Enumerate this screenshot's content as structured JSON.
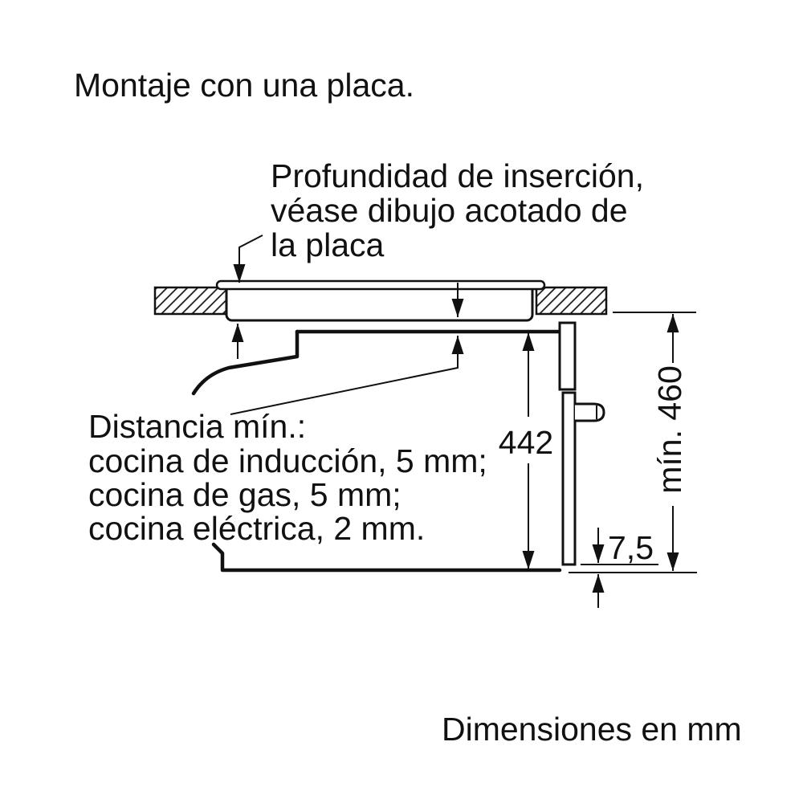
{
  "title": "Montaje con una placa.",
  "notes": {
    "insertion": {
      "line1": "Profundidad de inserción,",
      "line2": "véase dibujo acotado de",
      "line3": "la placa"
    },
    "min_distance": {
      "line1": "Distancia mín.:",
      "line2": "cocina de inducción, 5 mm;",
      "line3": "cocina de gas, 5 mm;",
      "line4": "cocina eléctrica, 2 mm."
    }
  },
  "dimensions": {
    "oven_height": "442",
    "niche_height_min": "mín. 460",
    "bottom_front_gap": "7,5"
  },
  "footer": "Dimensiones en mm",
  "colors": {
    "line": "#111111",
    "background": "#ffffff"
  }
}
